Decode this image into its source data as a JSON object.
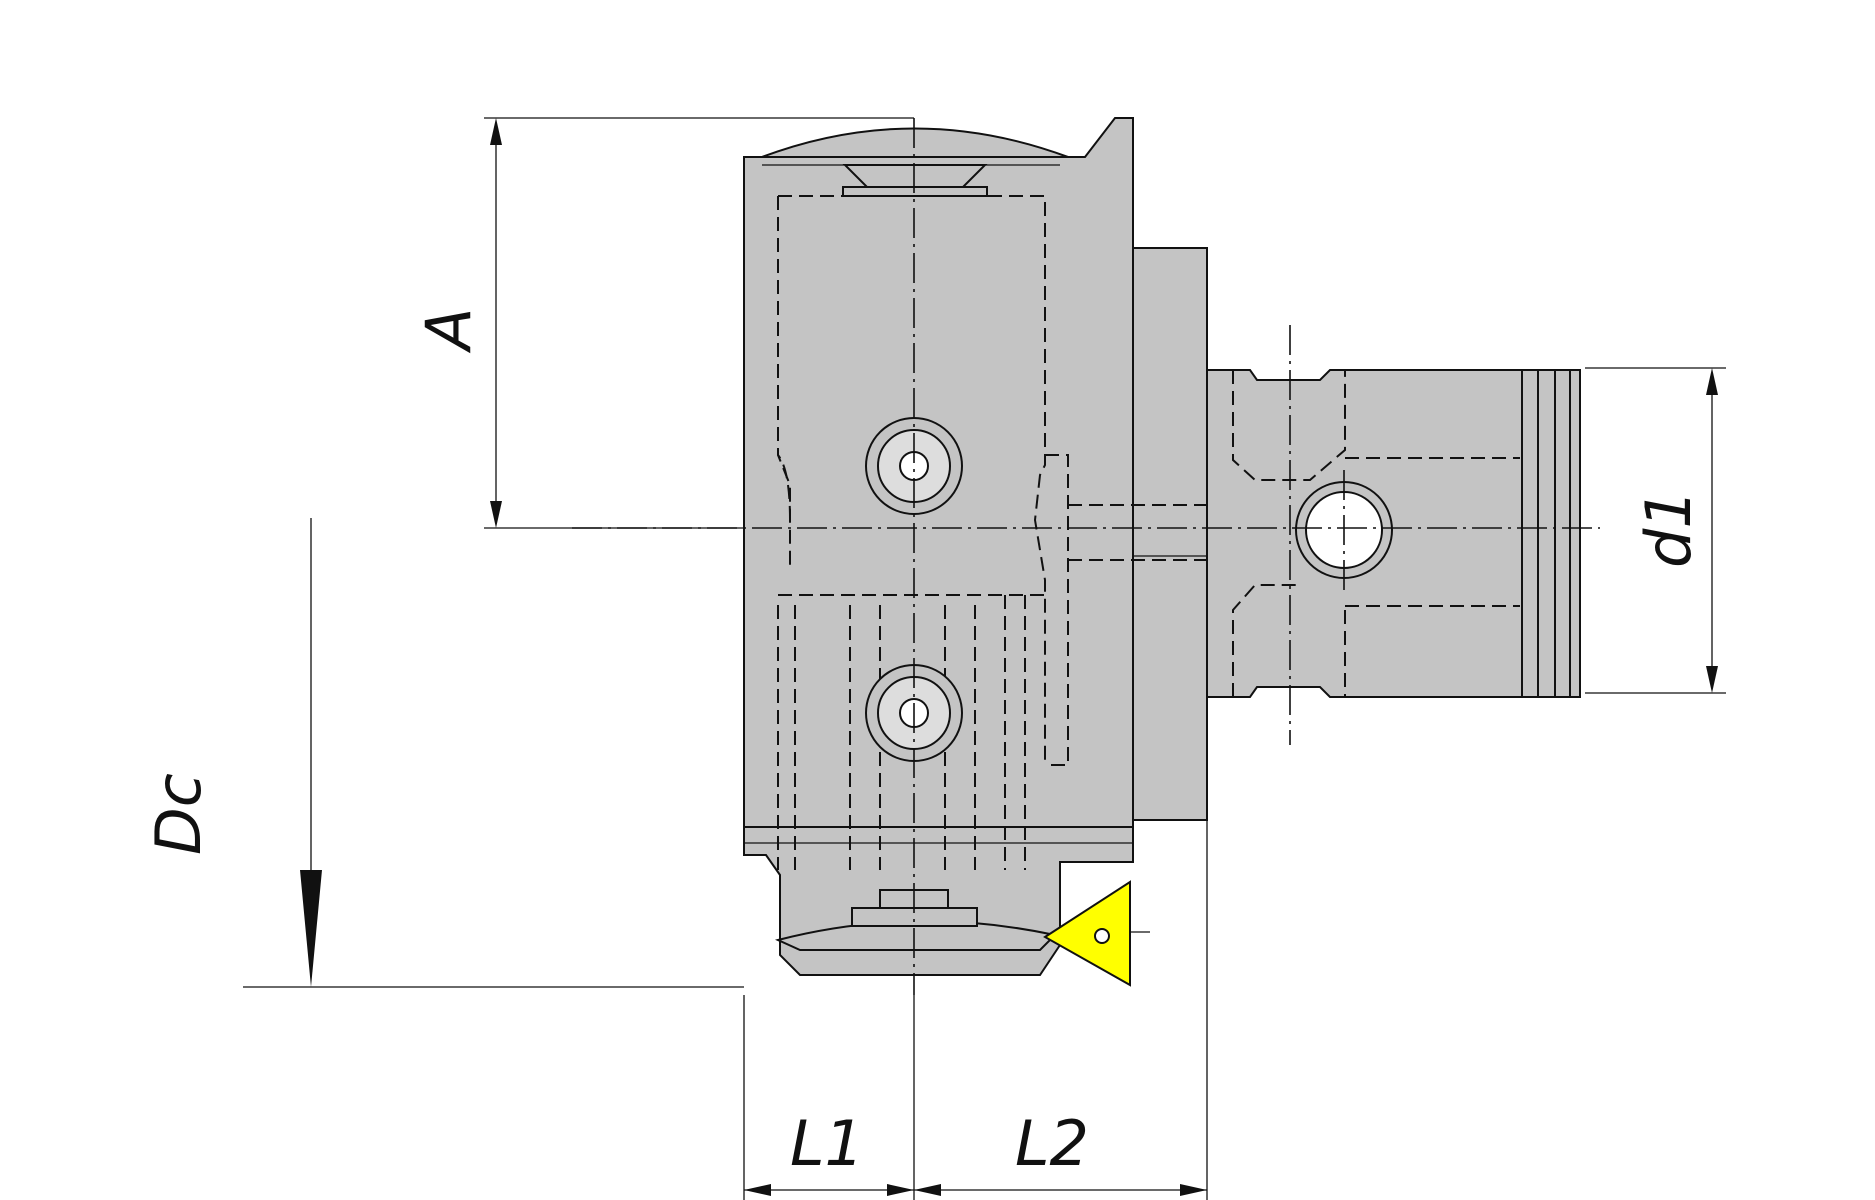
{
  "drawing": {
    "labels": {
      "A": "A",
      "Dc": "Dc",
      "d1": "d1",
      "L1": "L1",
      "L2": "L2"
    },
    "colors": {
      "body": "#c4c4c4",
      "insert": "#ffff00",
      "line": "#111111",
      "background": "#ffffff"
    }
  }
}
